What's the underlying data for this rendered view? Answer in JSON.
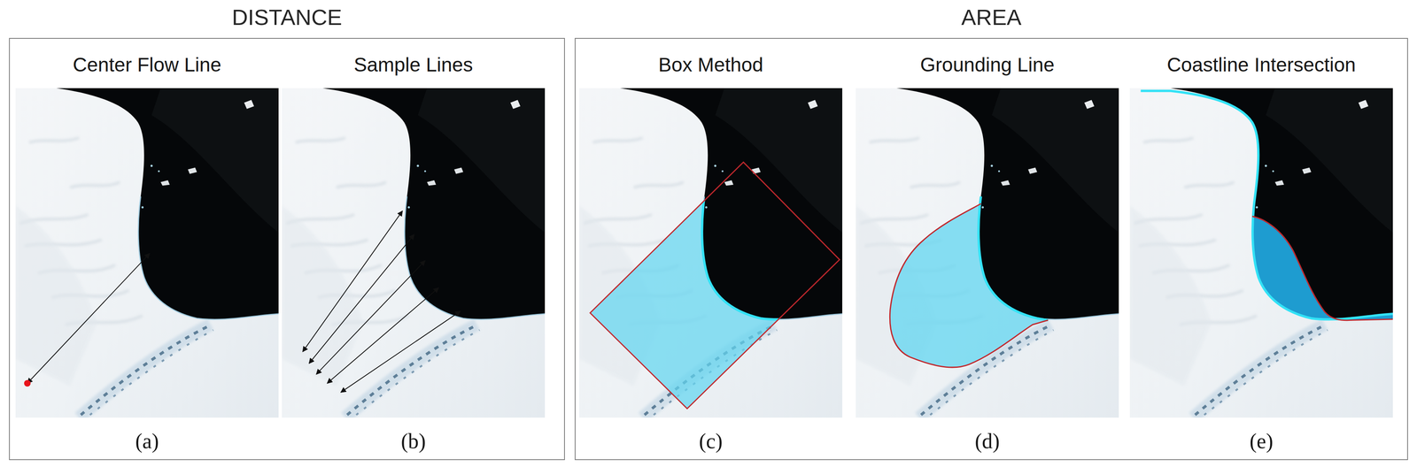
{
  "diagram": {
    "nodes": [
      {
        "text": [
          "DISTANCE"
        ]
      },
      {
        "text": [
          "Center Flow Line",
          "(a)"
        ],
        "in": 0
      },
      {
        "text": [
          "Sample Lines",
          "(b)"
        ],
        "in": 0
      },
      {
        "text": [
          "AREA"
        ]
      },
      {
        "text": [
          "Box Method",
          "(c)"
        ],
        "in": 3
      },
      {
        "text": [
          "Grounding Line",
          "(d)"
        ],
        "in": 3
      },
      {
        "text": [
          "Coastline Intersection",
          "(e)"
        ],
        "in": 3
      }
    ]
  }
}
